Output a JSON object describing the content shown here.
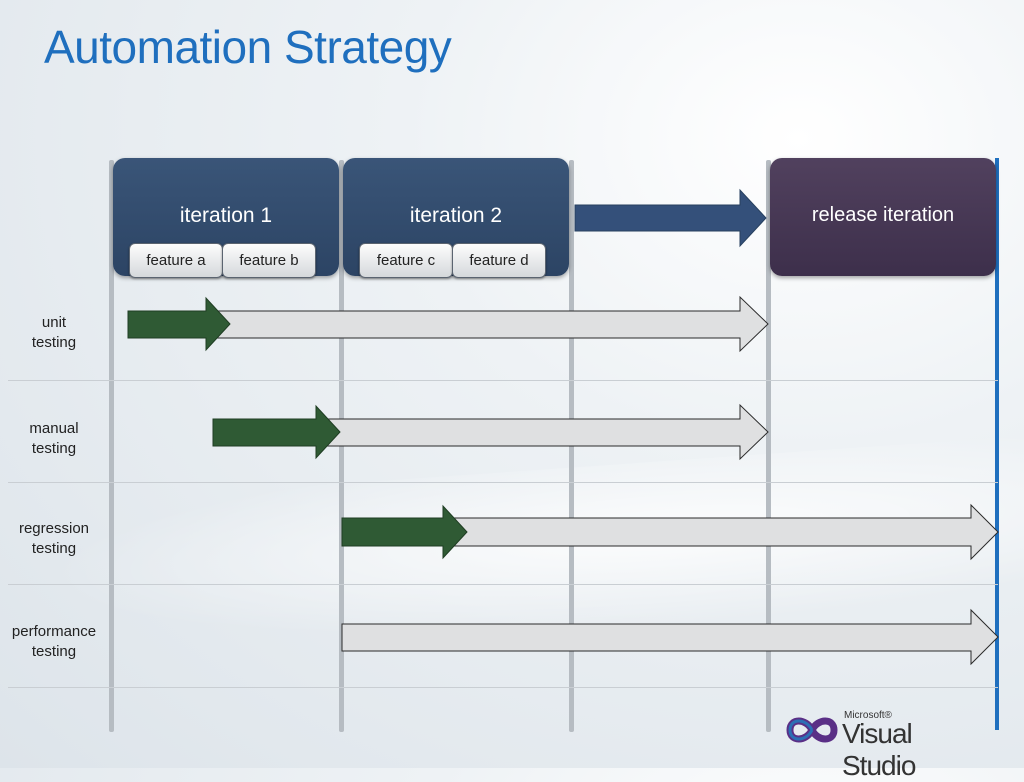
{
  "slide": {
    "title": "Automation Strategy"
  },
  "iterations": [
    {
      "label": "iteration 1",
      "features": [
        "feature a",
        "feature b"
      ]
    },
    {
      "label": "iteration 2",
      "features": [
        "feature c",
        "feature d"
      ]
    }
  ],
  "release": {
    "label": "release iteration"
  },
  "rows": [
    {
      "line1": "unit",
      "line2": "testing"
    },
    {
      "line1": "manual",
      "line2": "testing"
    },
    {
      "line1": "regression",
      "line2": "testing"
    },
    {
      "line1": "performance",
      "line2": "testing"
    }
  ],
  "logo": {
    "brand": "Microsoft®",
    "product": "Visual Studio"
  },
  "colors": {
    "title": "#1f6fbe",
    "iteration_box": "#2c4464",
    "release_box": "#3d2f4b",
    "progress_arrow": "#2f5a34",
    "timeline_arrow": "#dedfe0",
    "release_line": "#1f6fbe"
  }
}
